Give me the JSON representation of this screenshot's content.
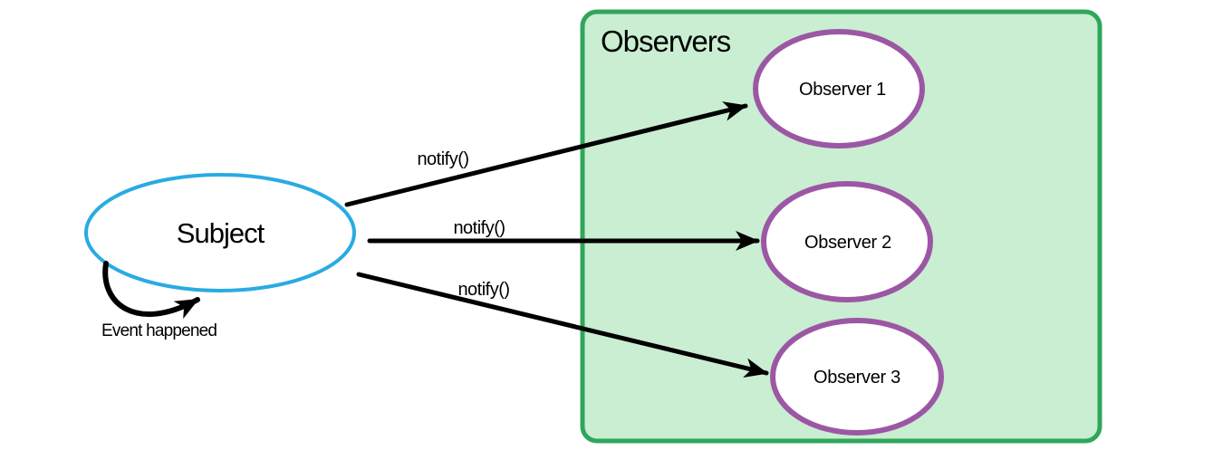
{
  "diagram": {
    "group": {
      "title": "Observers"
    },
    "subject": {
      "label": "Subject",
      "self_loop_label": "Event happened"
    },
    "observers": [
      {
        "label": "Observer 1"
      },
      {
        "label": "Observer 2"
      },
      {
        "label": "Observer 3"
      }
    ],
    "edges": [
      {
        "label": "notify()"
      },
      {
        "label": "notify()"
      },
      {
        "label": "notify()"
      }
    ]
  },
  "colors": {
    "background": "#ffffff",
    "subject_border": "#29ABE2",
    "subject_fill": "#ffffff",
    "observer_border": "#9C57A4",
    "observer_fill": "#ffffff",
    "group_border": "#2FA75A",
    "group_fill": "#C9EED2",
    "arrow": "#000000",
    "text": "#000000"
  }
}
